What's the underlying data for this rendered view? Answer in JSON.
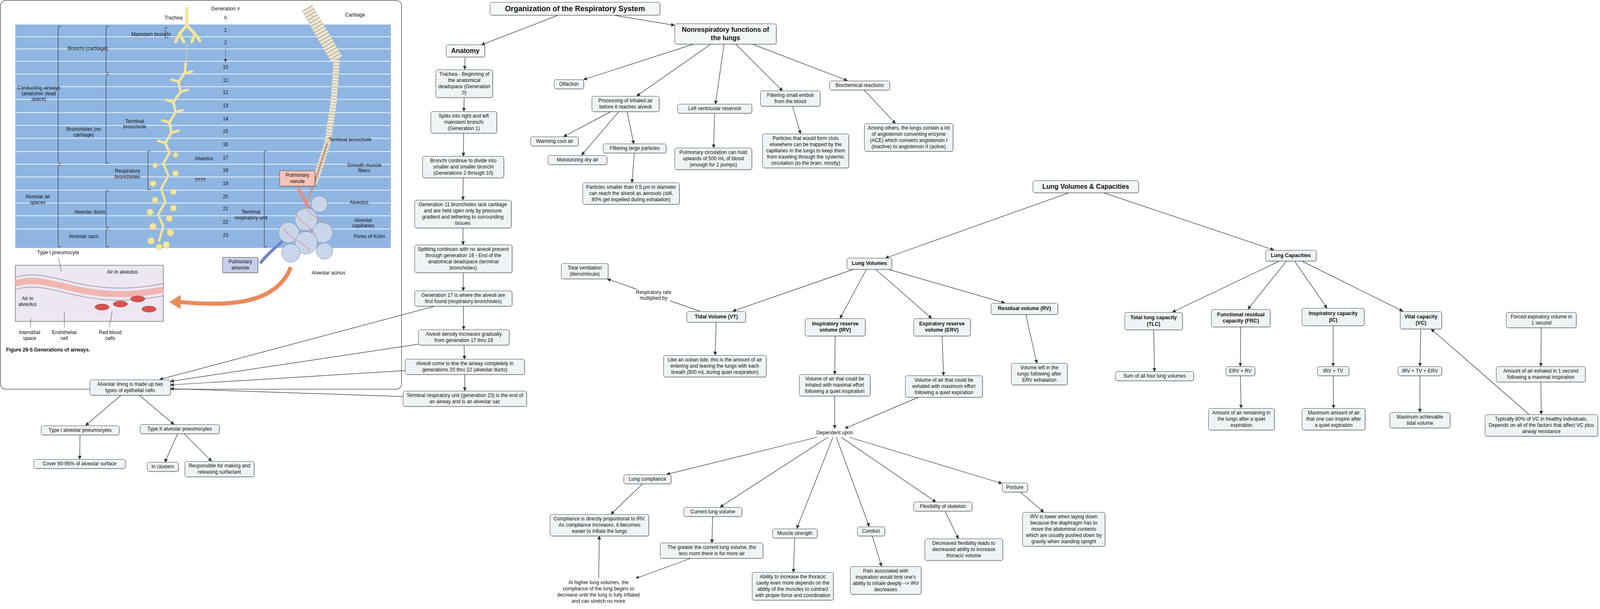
{
  "diagram": {
    "caption": "Figure 26-5 Generations of airways.",
    "nodes": [
      {
        "text": [
          "Organization of the Respiratory System"
        ]
      },
      {
        "text": [
          "Anatomy"
        ]
      },
      {
        "text": [
          "Nonrespiratory functions of the lungs"
        ]
      },
      {
        "text": [
          "Trachea - Beginning of the anatomical deadspace (Generation 0)"
        ]
      },
      {
        "text": [
          "Splits into right and left mainstem bronchi (Generation 1)"
        ]
      },
      {
        "text": [
          "Bronchi continue to divide into smaller and smaller bronchi (Generations 2 through 10)"
        ]
      },
      {
        "text": [
          "Generation 11 bronchioles lack cartilage and are held open only by pressure gradient and tethering to surrounding tissues"
        ]
      },
      {
        "text": [
          "Splitting continues with no alveoli present through generation 16 - End of the anatomical deadspace (terminal bronchioles)"
        ]
      },
      {
        "text": [
          "Generation 17 is where the alveoli are first found (respiratory bronchioles)"
        ]
      },
      {
        "text": [
          "Alveoli density increases gradually from generation 17 thru 19"
        ]
      },
      {
        "text": [
          "Alveoli come to line the airway completely in generations 20 thru 22 (alveolar ducts)"
        ]
      },
      {
        "text": [
          "Terminal respiratory unit (generation 23) is the end of an airway and is an alveolar sac"
        ]
      },
      {
        "text": [
          "Alveolar lining is made up two types of epithelial cells"
        ]
      },
      {
        "text": [
          "Type I alveolar pneumocytes"
        ]
      },
      {
        "text": [
          "Type II alveolar pneumocytes"
        ]
      },
      {
        "text": [
          "Cover 90-95% of alveolar surface"
        ]
      },
      {
        "text": [
          "In clusters"
        ]
      },
      {
        "text": [
          "Responsible for making and releasing surfactant"
        ]
      },
      {
        "text": [
          "Olfaction"
        ]
      },
      {
        "text": [
          "Processing of inhaled air before it reaches alveoli"
        ]
      },
      {
        "text": [
          "Left ventricular reservoir"
        ]
      },
      {
        "text": [
          "Filtering small emboli from the blood"
        ]
      },
      {
        "text": [
          "Biochemical reactions"
        ]
      },
      {
        "text": [
          "Warming cool air"
        ]
      },
      {
        "text": [
          "Moisturizing dry air"
        ]
      },
      {
        "text": [
          "Filtering large particles"
        ]
      },
      {
        "text": [
          "Particles smaller than 0.5 μm in diameter can reach the alveoli as aerosols (still, 80% get expelled during exhalation)"
        ]
      },
      {
        "text": [
          "Pulmonary circulation can hold upwards of 500 mL of blood (enough for 2 pumps)"
        ]
      },
      {
        "text": [
          "Particles that would form clots elsewhere can be trapped by the capillaries in the lungs to keep them from traveling through the systemic circulation (to the brain, mostly)"
        ]
      },
      {
        "text": [
          "Among others, the lungs contain a lot of angiotensin converting enzyme (ACE) which converts angiotensin I (inactive) to angiotensin II (active)"
        ]
      },
      {
        "text": [
          "Lung Volumes & Capacities"
        ]
      },
      {
        "text": [
          "Lung Volumes"
        ]
      },
      {
        "text": [
          "Lung Capacities"
        ]
      },
      {
        "text": [
          "Total ventilation (liters/minute)"
        ]
      },
      {
        "text": [
          "Tidal Volume (VT)"
        ]
      },
      {
        "text": [
          "Inspiratory reserve volume (IRV)"
        ]
      },
      {
        "text": [
          "Expiratory reserve volume (ERV)"
        ]
      },
      {
        "text": [
          "Residual volume (RV)"
        ]
      },
      {
        "text": [
          "Like an ocean tide, this is the amount of air entering and leaving the lungs with each breath (500 mL during quiet respiration)"
        ]
      },
      {
        "text": [
          "Volume of air that could be inhaled with maximal effort following a quiet inspiration"
        ]
      },
      {
        "text": [
          "Volume of air that could be exhaled with maximum effort following a quiet expiration"
        ]
      },
      {
        "text": [
          "Volume left in the lungs following after ERV exhalation"
        ]
      },
      {
        "text": [
          "Dependent upon"
        ]
      },
      {
        "text": [
          "Lung compliance"
        ]
      },
      {
        "text": [
          "Current lung volume"
        ]
      },
      {
        "text": [
          "Muscle strength"
        ]
      },
      {
        "text": [
          "Comfort"
        ]
      },
      {
        "text": [
          "Flexibility of skeleton"
        ]
      },
      {
        "text": [
          "Posture"
        ]
      },
      {
        "text": [
          "Compliance is directly proportional to IRV. As compliance increases, it becomes easier to inflate the lungs"
        ]
      },
      {
        "text": [
          "The greater the current lung volume, the less room there is for more air"
        ]
      },
      {
        "text": [
          "At higher lung volumes, the compliance of the lung begins to decrease until the lung is fully inflated and can stretch no more"
        ]
      },
      {
        "text": [
          "Ability to increase the thoracic cavity even more depends on the ability of the muscles to contract with proper force and coordination"
        ]
      },
      {
        "text": [
          "Pain associated with inspiration would limit one's ability to inhale deeply --> IRV decreases"
        ]
      },
      {
        "text": [
          "Decreased flexibility leads to decreased ability to increase thoracic volume"
        ]
      },
      {
        "text": [
          "IRV is lower when laying down because the diaphragm has to move the abdominal contents which are usually pushed down by gravity when standing upright"
        ]
      },
      {
        "text": [
          "Total lung capacity (TLC)"
        ]
      },
      {
        "text": [
          "Functional residual capacity (FRC)"
        ]
      },
      {
        "text": [
          "Inspiratory capacity (IC)"
        ]
      },
      {
        "text": [
          "Vital capacity (VC)"
        ]
      },
      {
        "text": [
          "Forced expiratory volume in 1 second"
        ]
      },
      {
        "text": [
          "Sum of all four lung volumes"
        ]
      },
      {
        "text": [
          "ERV + RV"
        ]
      },
      {
        "text": [
          "IRV + TV"
        ]
      },
      {
        "text": [
          "IRV + TV + ERV"
        ]
      },
      {
        "text": [
          "Amount of air exhaled in 1 second following a maximal inspiration"
        ]
      },
      {
        "text": [
          "Amount of air remaining in the lungs after a quiet expiration"
        ]
      },
      {
        "text": [
          "Maximum amount of air that one can inspire after a quiet expiration"
        ]
      },
      {
        "text": [
          "Maximum achievable tidal volume"
        ]
      },
      {
        "text": [
          "Typically 80% of VC in healthy individuals. Depends on all of the factors that affect VC plus airway resistance"
        ]
      },
      {
        "text": [
          "Pulmonary venule"
        ]
      },
      {
        "text": [
          "Pulmonary arteriole"
        ]
      }
    ],
    "edges": [
      {
        "from": 0,
        "to": 1,
        "arrow": "to"
      },
      {
        "from": 0,
        "to": 2,
        "arrow": "to"
      },
      {
        "from": 1,
        "to": 3,
        "arrow": "to"
      },
      {
        "from": 3,
        "to": 4,
        "arrow": "to"
      },
      {
        "from": 4,
        "to": 5,
        "arrow": "to"
      },
      {
        "from": 5,
        "to": 6,
        "arrow": "to"
      },
      {
        "from": 6,
        "to": 7,
        "arrow": "to"
      },
      {
        "from": 7,
        "to": 8,
        "arrow": "to"
      },
      {
        "from": 8,
        "to": 9,
        "arrow": "to"
      },
      {
        "from": 9,
        "to": 10,
        "arrow": "to"
      },
      {
        "from": 10,
        "to": 11,
        "arrow": "to"
      },
      {
        "from": 8,
        "to": 12,
        "arrow": "to"
      },
      {
        "from": 9,
        "to": 12,
        "arrow": "to"
      },
      {
        "from": 10,
        "to": 12,
        "arrow": "to"
      },
      {
        "from": 11,
        "to": 12,
        "arrow": "to"
      },
      {
        "from": 12,
        "to": 13,
        "arrow": "to"
      },
      {
        "from": 12,
        "to": 14,
        "arrow": "to"
      },
      {
        "from": 13,
        "to": 15,
        "arrow": "to"
      },
      {
        "from": 14,
        "to": 16,
        "arrow": "to"
      },
      {
        "from": 14,
        "to": 17,
        "arrow": "to"
      },
      {
        "from": 2,
        "to": 18,
        "arrow": "to"
      },
      {
        "from": 2,
        "to": 19,
        "arrow": "to"
      },
      {
        "from": 2,
        "to": 20,
        "arrow": "to"
      },
      {
        "from": 2,
        "to": 21,
        "arrow": "to"
      },
      {
        "from": 2,
        "to": 22,
        "arrow": "to"
      },
      {
        "from": 19,
        "to": 23,
        "arrow": "to"
      },
      {
        "from": 19,
        "to": 24,
        "arrow": "to"
      },
      {
        "from": 19,
        "to": 25,
        "arrow": "to"
      },
      {
        "from": 25,
        "to": 26,
        "arrow": "to"
      },
      {
        "from": 20,
        "to": 27,
        "arrow": "to"
      },
      {
        "from": 21,
        "to": 28,
        "arrow": "to"
      },
      {
        "from": 22,
        "to": 29,
        "arrow": "to"
      },
      {
        "from": 30,
        "to": 31,
        "arrow": "to"
      },
      {
        "from": 30,
        "to": 32,
        "arrow": "to"
      },
      {
        "from": 31,
        "to": 34,
        "arrow": "to"
      },
      {
        "from": 31,
        "to": 35,
        "arrow": "to"
      },
      {
        "from": 31,
        "to": 36,
        "arrow": "to"
      },
      {
        "from": 31,
        "to": 37,
        "arrow": "to"
      },
      {
        "from": 34,
        "to": 33,
        "label": "Respiratory rate multiplied by",
        "arrow": "to"
      },
      {
        "from": 34,
        "to": 38,
        "arrow": "to"
      },
      {
        "from": 35,
        "to": 39,
        "arrow": "to"
      },
      {
        "from": 36,
        "to": 40,
        "arrow": "to"
      },
      {
        "from": 37,
        "to": 41,
        "arrow": "to"
      },
      {
        "from": 39,
        "to": 42,
        "arrow": "to"
      },
      {
        "from": 40,
        "to": 42,
        "arrow": "to"
      },
      {
        "from": 42,
        "to": 43,
        "arrow": "to"
      },
      {
        "from": 42,
        "to": 44,
        "arrow": "to"
      },
      {
        "from": 42,
        "to": 45,
        "arrow": "to"
      },
      {
        "from": 42,
        "to": 46,
        "arrow": "to"
      },
      {
        "from": 42,
        "to": 47,
        "arrow": "to"
      },
      {
        "from": 42,
        "to": 48,
        "arrow": "to"
      },
      {
        "from": 43,
        "to": 49,
        "arrow": "to"
      },
      {
        "from": 44,
        "to": 50,
        "arrow": "to"
      },
      {
        "from": 50,
        "to": 51,
        "arrow": "to"
      },
      {
        "from": 51,
        "to": 49,
        "arrow": "to"
      },
      {
        "from": 45,
        "to": 52,
        "arrow": "to"
      },
      {
        "from": 46,
        "to": 53,
        "arrow": "to"
      },
      {
        "from": 47,
        "to": 54,
        "arrow": "to"
      },
      {
        "from": 48,
        "to": 55,
        "arrow": "to"
      },
      {
        "from": 32,
        "to": 56,
        "arrow": "to"
      },
      {
        "from": 32,
        "to": 57,
        "arrow": "to"
      },
      {
        "from": 32,
        "to": 58,
        "arrow": "to"
      },
      {
        "from": 32,
        "to": 59,
        "arrow": "to"
      },
      {
        "from": 56,
        "to": 61,
        "arrow": "to"
      },
      {
        "from": 57,
        "to": 62,
        "arrow": "to"
      },
      {
        "from": 58,
        "to": 63,
        "arrow": "to"
      },
      {
        "from": 59,
        "to": 64,
        "arrow": "to"
      },
      {
        "from": 62,
        "to": 66,
        "arrow": "to"
      },
      {
        "from": 63,
        "to": 67,
        "arrow": "to"
      },
      {
        "from": 64,
        "to": 68,
        "arrow": "to"
      },
      {
        "from": 60,
        "to": 65,
        "arrow": "to"
      },
      {
        "from": 65,
        "to": 69,
        "arrow": "to"
      },
      {
        "from": 69,
        "to": 59,
        "arrow": "to"
      }
    ],
    "labels": [
      "Generation #",
      "Trachea",
      "0",
      "1",
      "2",
      "10",
      "11",
      "12",
      "13",
      "14",
      "15",
      "16",
      "17",
      "18",
      "19",
      "20",
      "21",
      "22",
      "23",
      "Cartilage",
      "Mainstem bronchi",
      "Bronchi (cartilage)",
      "Conducting airways (anatomic dead space)",
      "Bronchioles (no cartilage)",
      "Terminal bronchiole",
      "Alveolus",
      "Respiratory bronchioles",
      "????",
      "Alveolar air spaces",
      "Alveolar ducts",
      "Alveolar sacs",
      "Terminal respiratory unit",
      "Terminal bronchiole",
      "Smooth muscle fibers",
      "Alveolus",
      "Alveolar capillaries",
      "Pores of Kohn",
      "Alveolar acinus",
      "Type I pneumocyte",
      "Air in alveolus",
      "Air in alveolus",
      "Interstitial space",
      "Endothelial cell",
      "Red blood cells"
    ]
  }
}
